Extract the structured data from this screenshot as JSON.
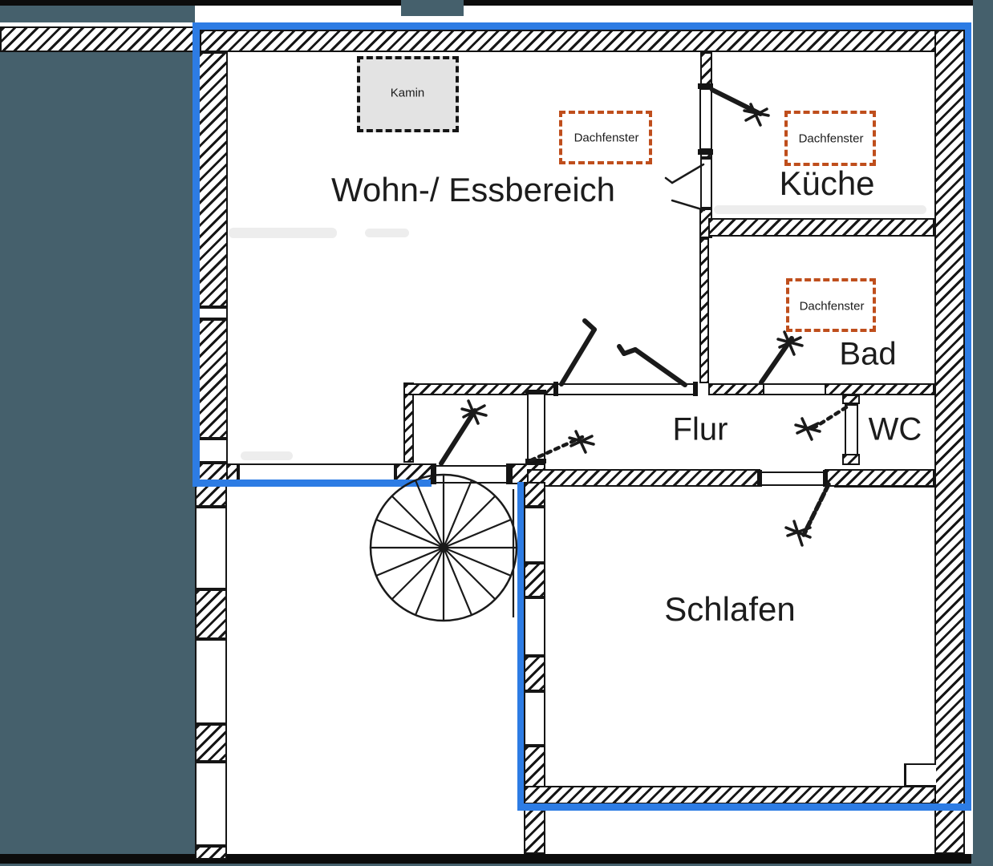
{
  "document": {
    "type": "floor-plan",
    "language": "de"
  },
  "rooms": {
    "wohn_essbereich": "Wohn-/ Essbereich",
    "kueche": "Küche",
    "bad": "Bad",
    "flur": "Flur",
    "wc": "WC",
    "schlafen": "Schlafen"
  },
  "annotations": {
    "kamin": "Kamin",
    "dachfenster": "Dachfenster"
  },
  "colors": {
    "boundary_blue": "#2d7ce4",
    "dachfenster_orange": "#bf4e1c",
    "kamin_fill": "#e3e3e3",
    "background_teal": "#45606c",
    "wall_ink": "#141414"
  }
}
